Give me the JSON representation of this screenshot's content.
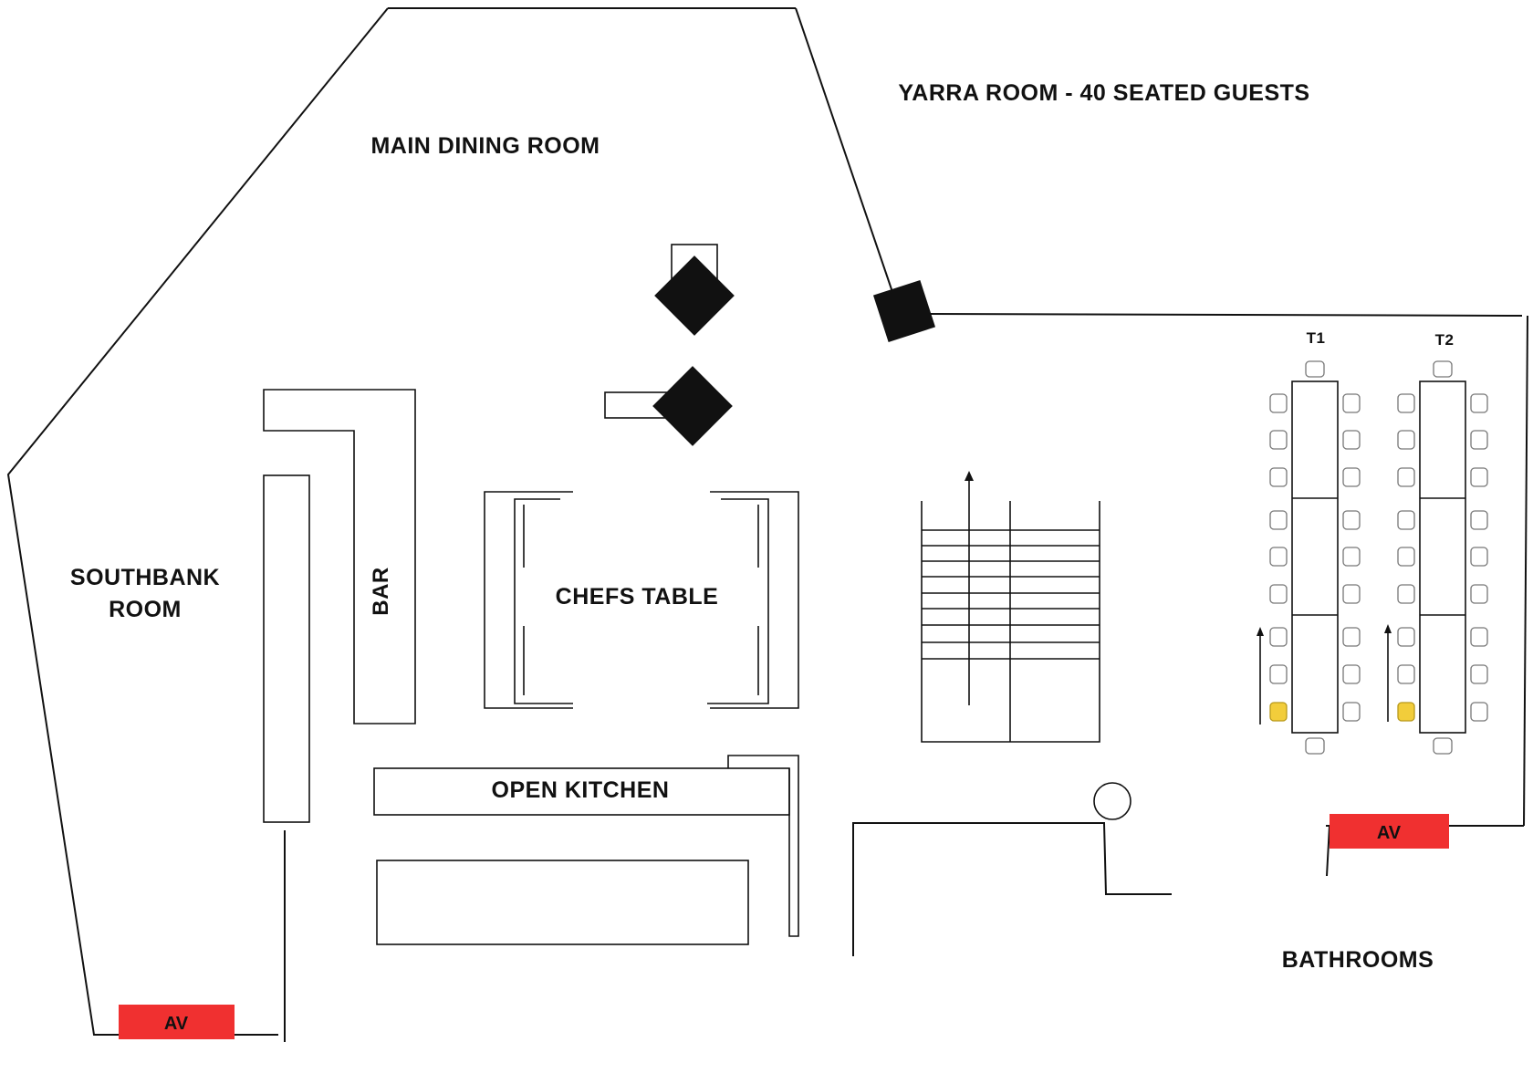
{
  "labels": {
    "yarra_room": "YARRA ROOM - 40 SEATED GUESTS",
    "main_dining_room": "MAIN DINING ROOM",
    "southbank_room_line1": "SOUTHBANK",
    "southbank_room_line2": "ROOM",
    "bar": "BAR",
    "chefs_table": "CHEFS TABLE",
    "open_kitchen": "OPEN KITCHEN",
    "bathrooms": "BATHROOMS"
  },
  "tables": {
    "t1": "T1",
    "t2": "T2"
  },
  "av": {
    "southbank": "AV",
    "yarra": "AV"
  },
  "colors": {
    "av_marker": "#f03030",
    "highlight_seat": "#f2cd3b",
    "line": "#111111"
  }
}
